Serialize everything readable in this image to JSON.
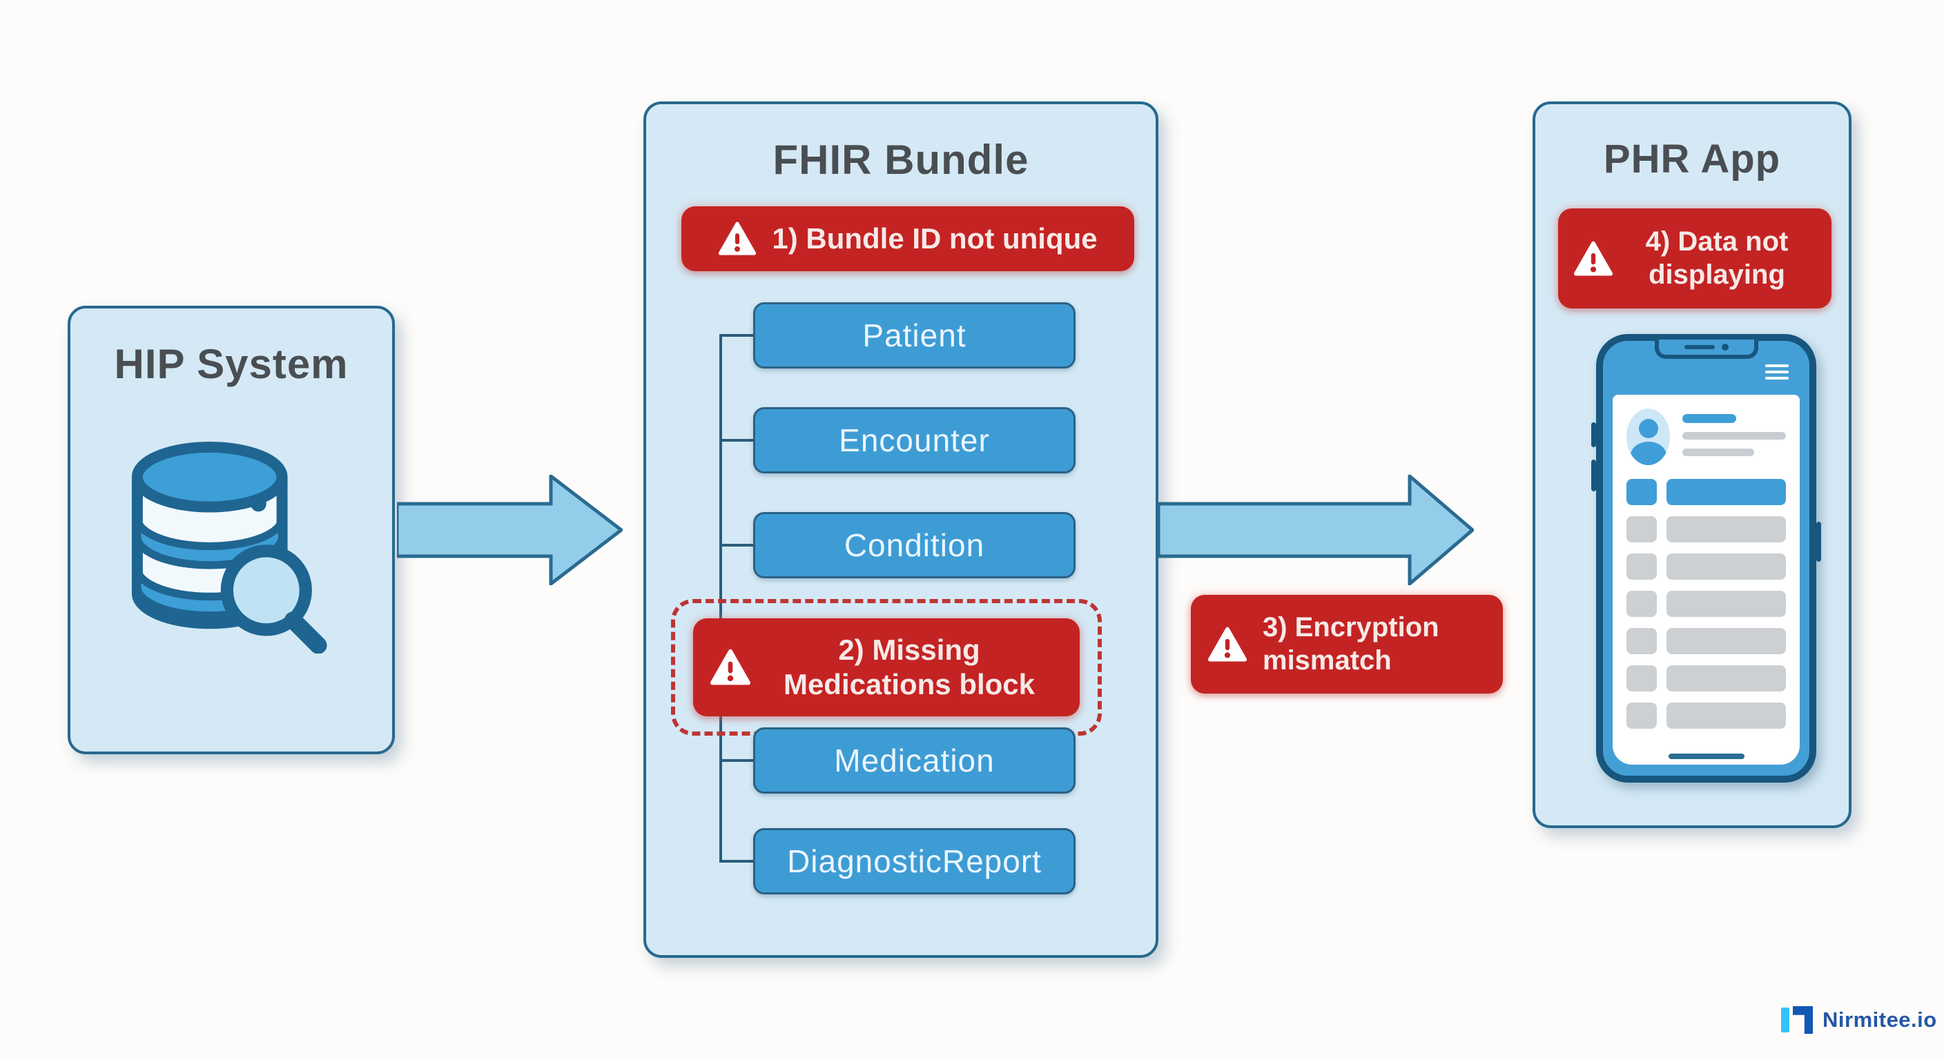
{
  "hip": {
    "title": "HIP System"
  },
  "fhir": {
    "title": "FHIR Bundle",
    "error_1": "1) Bundle ID not unique",
    "resources": [
      "Patient",
      "Encounter",
      "Condition",
      "Medication",
      "DiagnosticReport"
    ],
    "error_2_lines": [
      "2) Missing",
      "Medications block"
    ]
  },
  "flow": {
    "error_3_lines": [
      "3) Encryption",
      "mismatch"
    ]
  },
  "phr": {
    "title": "PHR App",
    "error_4_lines": [
      "4) Data not",
      "displaying"
    ]
  },
  "brand": {
    "name": "Nirmitee.io"
  },
  "icons": {
    "warning": "warning-triangle-icon",
    "database": "database-search-icon",
    "menu": "hamburger-menu-icon",
    "avatar": "user-avatar-icon",
    "arrow": "flow-arrow-right-icon"
  },
  "colors": {
    "container_fill": "#d4e9f5",
    "container_border": "#27698f",
    "resource_fill": "#3e9cd5",
    "error_red": "#c42323",
    "arrow_fill": "#93cde9",
    "title_text": "#4a4e52",
    "phone_blue": "#449fd6",
    "logo_blue": "#2457a7",
    "logo_light": "#35c2f5"
  }
}
